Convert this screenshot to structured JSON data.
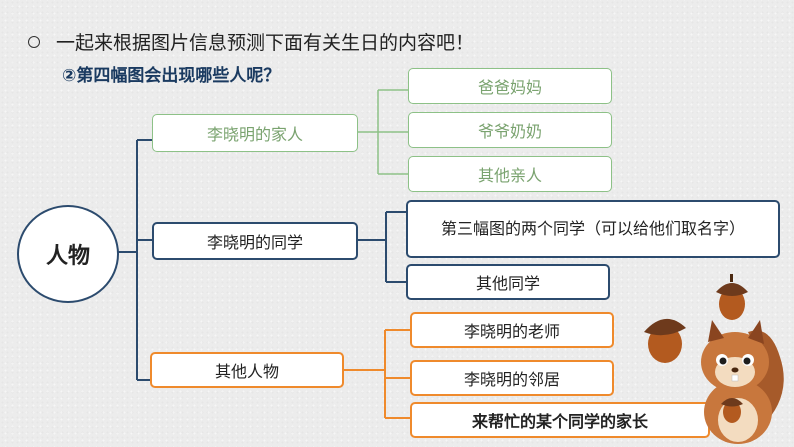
{
  "header": {
    "bullet_icon": "hollow-circle-bullet",
    "prompt": "一起来根据图片信息预测下面有关生日的内容吧！",
    "question": "②第四幅图会出现哪些人呢？"
  },
  "diagram": {
    "root": "人物",
    "branches": [
      {
        "label": "李晓明的家人",
        "color": "#8dc187",
        "children": [
          "爸爸妈妈",
          "爷爷奶奶",
          "其他亲人"
        ]
      },
      {
        "label": "李晓明的同学",
        "color": "#2c4b6e",
        "children": [
          "第三幅图的两个同学（可以给他们取名字）",
          "其他同学"
        ]
      },
      {
        "label": "其他人物",
        "color": "#ef8a2c",
        "children": [
          "李晓明的老师",
          "李晓明的邻居",
          "来帮忙的某个同学的家长"
        ]
      }
    ]
  },
  "decoration": {
    "illustration": "squirrel-with-acorns"
  }
}
